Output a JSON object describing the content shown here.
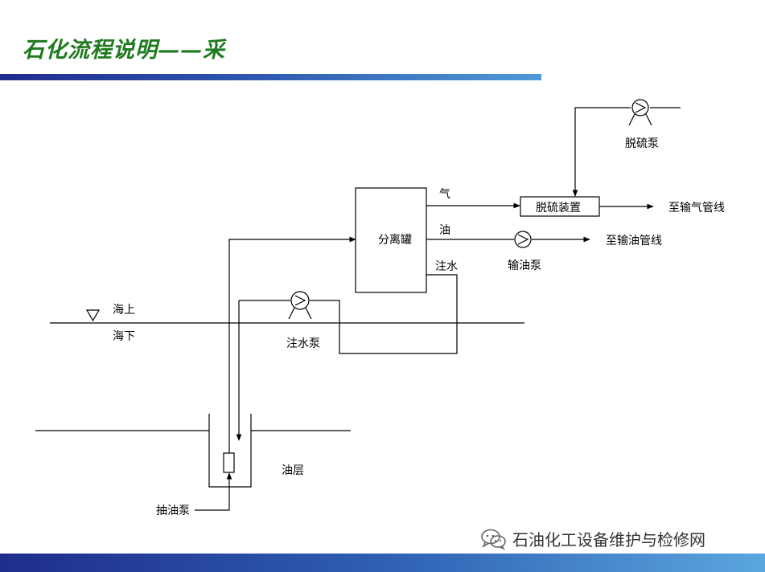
{
  "slide": {
    "title": "石化流程说明——采",
    "colors": {
      "title": "#1e7a1e",
      "bar_dark": "#1f2c8c",
      "bar_light": "#4f9ad8"
    }
  },
  "diagram": {
    "labels": {
      "separator": "分离罐",
      "gas": "气",
      "oil": "油",
      "water_injection": "注水",
      "desulfurizer": "脱硫装置",
      "desulfur_pump": "脱硫泵",
      "to_gas_pipeline": "至输气管线",
      "to_oil_pipeline": "至输油管线",
      "oil_transfer_pump": "输油泵",
      "above_sea": "海上",
      "below_sea": "海下",
      "water_injection_pump": "注水泵",
      "oil_layer": "油层",
      "oil_extraction_pump": "抽油泵"
    }
  },
  "watermark": {
    "text": "石油化工设备维护与检修网",
    "icon": "wechat-icon"
  }
}
